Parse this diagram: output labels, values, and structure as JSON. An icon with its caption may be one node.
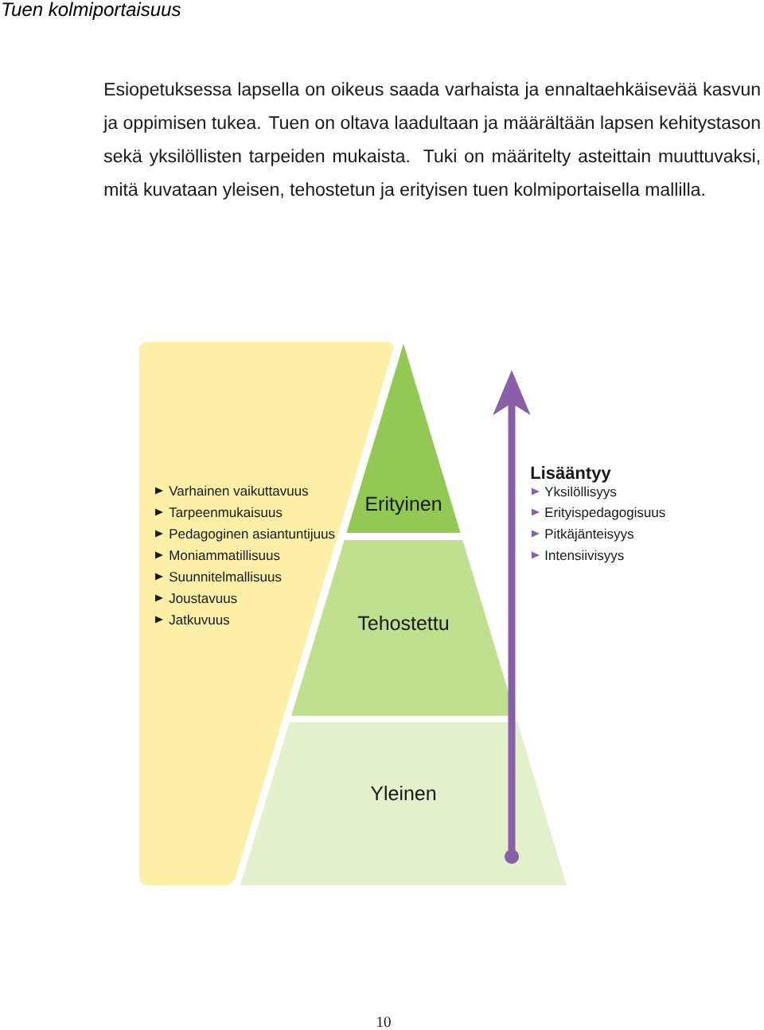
{
  "diagram": {
    "title": "Tuen kolmiportaisuus",
    "nodes": [
      {
        "text": [
          "Varhainen vaikuttavuus",
          "Tarpeenmukaisuus",
          "Pedagoginen asiantuntijuus",
          "Moniammatillisuus",
          "Suunnitelmallisuus",
          "Joustavuus",
          "Jatkuvuus"
        ]
      },
      {
        "text": [
          "Erityinen"
        ]
      },
      {
        "text": [
          "Tehostettu"
        ]
      },
      {
        "text": [
          "Yleinen"
        ]
      }
    ],
    "labels": [
      "Esiopetuksessa lapsella on oikeus saada varhaista ja ennaltaehkäisevää kasvun ja oppimisen tukea. Tuen on oltava laadultaan ja määrältään lapsen kehitystason sekä yksilöllisten tarpeiden mukaista. Tuki on määritelty asteittain muuttuvaksi, mitä kuvataan yleisen, tehostetun ja erityisen tuen kolmiportaisella mallilla.",
      "Lisääntyy",
      "Yksilöllisyys",
      "Erityispedagogisuus",
      "Pitkäjänteisyys",
      "Intensiivisyys",
      "10"
    ]
  }
}
